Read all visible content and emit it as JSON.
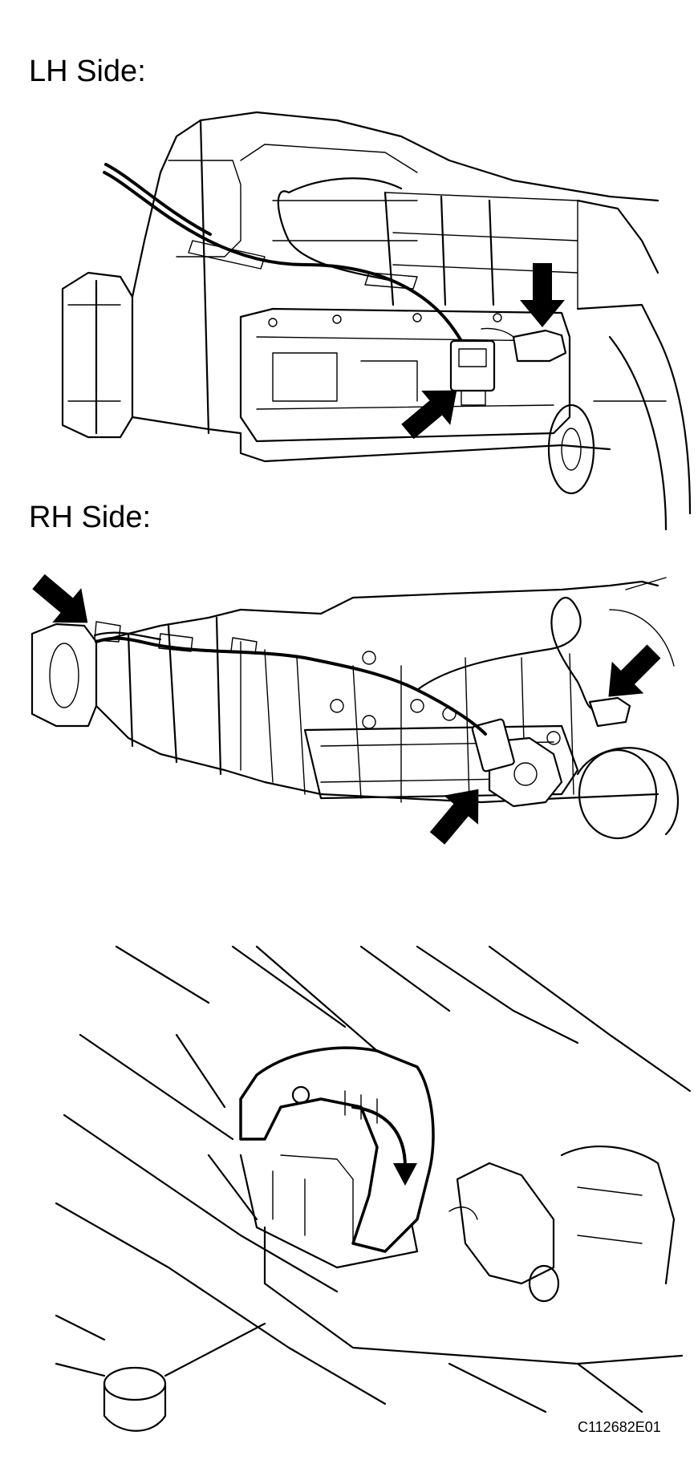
{
  "labels": {
    "lh_side": "LH Side:",
    "rh_side": "RH Side:"
  },
  "figure_code": "C112682E01",
  "icons": {
    "arrow": "black-pointer-arrow"
  }
}
